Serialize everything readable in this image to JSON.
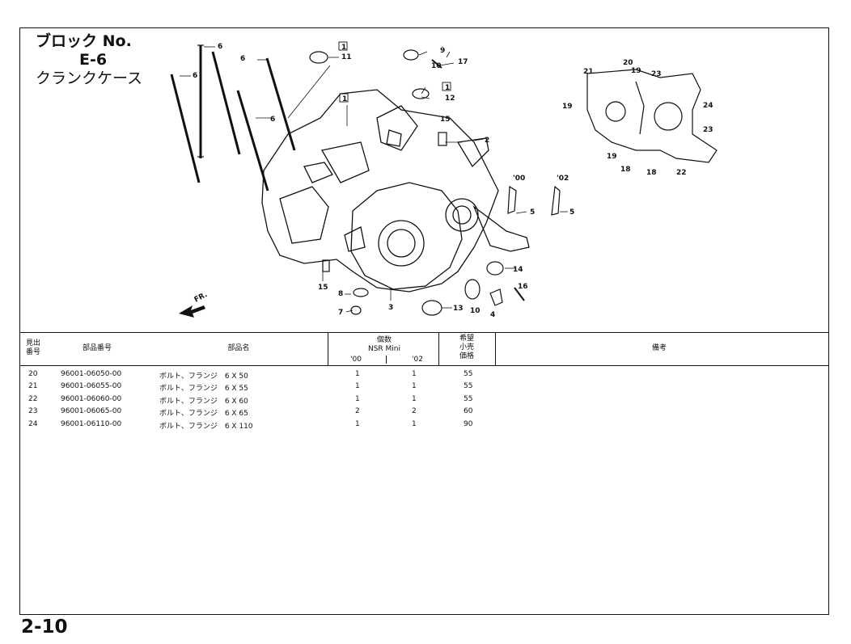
{
  "title": {
    "block_label": "ブロック No.",
    "block_code": "E-6",
    "section_name": "クランクケース"
  },
  "callouts": {
    "c1": "1",
    "c2": "2",
    "c3": "3",
    "c4": "4",
    "c5": "5",
    "c6": "6",
    "c7": "7",
    "c8": "8",
    "c9": "9",
    "c10": "10",
    "c11": "11",
    "c12": "12",
    "c13": "13",
    "c14": "14",
    "c15": "15",
    "c16": "16",
    "c17": "17",
    "c18": "18",
    "c19": "19",
    "c20": "20",
    "c21": "21",
    "c22": "22",
    "c23": "23",
    "c24": "24",
    "year00": "'00",
    "year02": "'02",
    "front": "FR."
  },
  "table": {
    "headers": {
      "ref_line1": "見出",
      "ref_line2": "番号",
      "part_number": "部品番号",
      "part_name": "部品名",
      "qty": "個数",
      "model": "NSR Mini",
      "year00": "'00",
      "year02": "'02",
      "price_line1": "希望",
      "price_line2": "小売",
      "price_line3": "価格",
      "remarks": "備考"
    },
    "rows": [
      {
        "ref": "20",
        "part_no": "96001-06050-00",
        "name": "ボルト、フランジ　6 X 50",
        "q00": "1",
        "q02": "1",
        "price": "55"
      },
      {
        "ref": "21",
        "part_no": "96001-06055-00",
        "name": "ボルト、フランジ　6 X 55",
        "q00": "1",
        "q02": "1",
        "price": "55"
      },
      {
        "ref": "22",
        "part_no": "96001-06060-00",
        "name": "ボルト、フランジ　6 X 60",
        "q00": "1",
        "q02": "1",
        "price": "55"
      },
      {
        "ref": "23",
        "part_no": "96001-06065-00",
        "name": "ボルト、フランジ　6 X 65",
        "q00": "2",
        "q02": "2",
        "price": "60"
      },
      {
        "ref": "24",
        "part_no": "96001-06110-00",
        "name": "ボルト、フランジ　6 X 110",
        "q00": "1",
        "q02": "1",
        "price": "90"
      }
    ]
  },
  "page_number": "2-10"
}
